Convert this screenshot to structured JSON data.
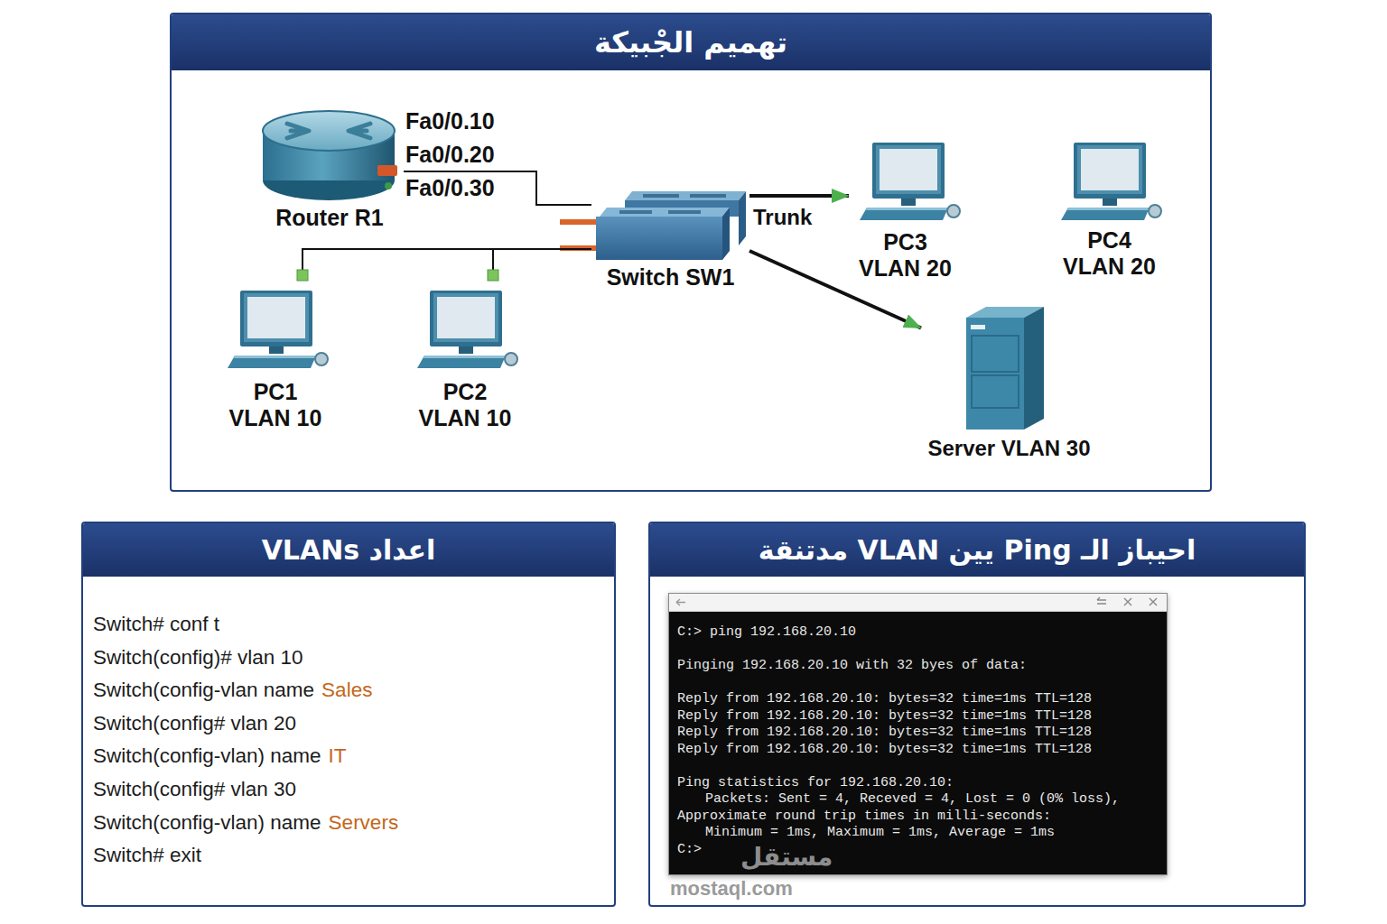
{
  "diagram": {
    "nodes": [
      {
        "text": [
          "تهميم الجْبيكة"
        ]
      },
      {
        "text": [
          "Router R1"
        ],
        "in": 0
      },
      {
        "text": [
          "Switch SW1"
        ],
        "in": 0
      },
      {
        "text": [
          "PC3",
          "VLAN 20"
        ],
        "in": 0
      },
      {
        "text": [
          "PC4",
          "VLAN 20"
        ],
        "in": 0
      },
      {
        "text": [
          "PC1",
          "VLAN 10"
        ],
        "in": 0
      },
      {
        "text": [
          "PC2",
          "VLAN 10"
        ],
        "in": 0
      },
      {
        "text": [
          "Server VLAN 30"
        ],
        "in": 0
      },
      {
        "text": [
          "اعداد VLANs",
          "Switch# conf t",
          "Switch(config)# vlan 10",
          "Switch(config-vlan name",
          "Sales",
          "Switch(config# vlan 20",
          "Switch(config-vlan) name",
          "IT",
          "Switch(config# vlan 30",
          "Switch(config-vlan) name",
          "Servers",
          "Switch# exit"
        ]
      },
      {
        "text": [
          "احيباز الـ Ping يين VLAN مدتنقة"
        ]
      },
      {
        "text": [
          "C:> ping 192.168.20.10",
          "Pinging 192.168.20.10 with 32 byes of data:",
          "Reply from 192.168.20.10: bytes=32 time=1ms TTL=128",
          "Reply from 192.168.20.10: bytes=32 time=1ms TTL=128",
          "Reply from 192.168.20.10: bytes=32 time=1ms TTL=128",
          "Reply from 192.168.20.10: bytes=32 time=1ms TTL=128",
          "Ping statistics for 192.168.20.10:",
          "Packets: Sent = 4, Receved = 4, Lost = 0 (0% loss),",
          "Approximate round trip times in milli-seconds:",
          "Minimum = 1ms, Maximum = 1ms, Average = 1ms",
          "C:>"
        ],
        "in": 9
      }
    ],
    "edges": [
      {
        "from": 1,
        "to": 2,
        "arrow": "none"
      },
      {
        "from": 2,
        "to": 3,
        "label": "Trunk",
        "arrow": "to"
      },
      {
        "from": 2,
        "to": 7,
        "arrow": "to"
      },
      {
        "from": 2,
        "to": 5,
        "arrow": "none"
      },
      {
        "from": 2,
        "to": 6,
        "arrow": "none"
      }
    ],
    "labels": [
      "Fa0/0.10",
      "Fa0/0.20",
      "Fa0/0.30",
      "مستقل",
      "mostaql.com"
    ]
  }
}
